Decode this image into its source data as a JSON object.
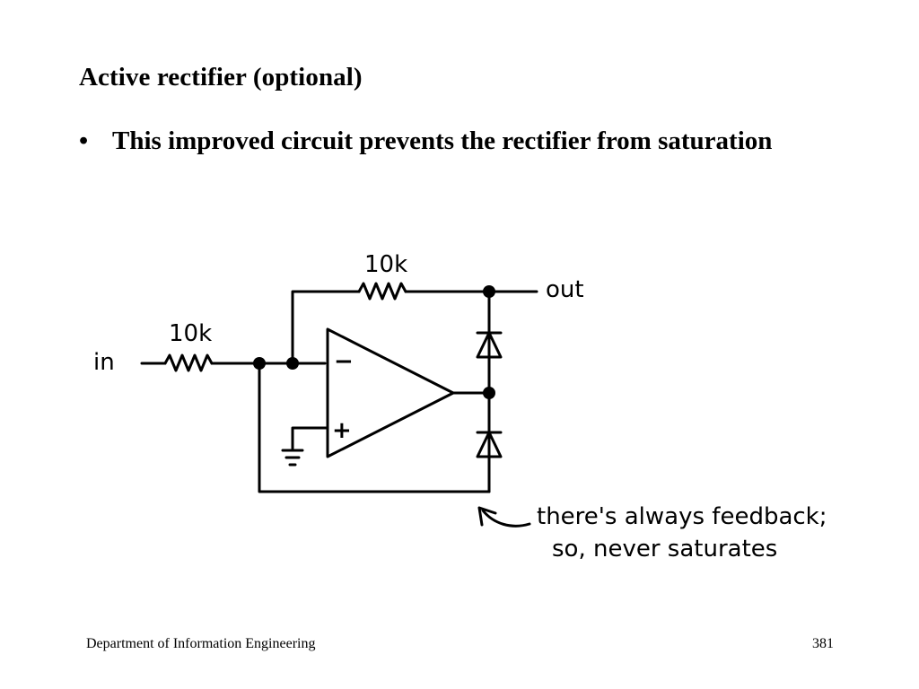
{
  "slide": {
    "title": "Active rectifier (optional)",
    "bullet_symbol": "•",
    "bullet_text": "This improved circuit prevents the rectifier from saturation"
  },
  "diagram": {
    "input_label": "in",
    "output_label": "out",
    "input_resistor_label": "10k",
    "feedback_resistor_label": "10k",
    "inverting_symbol": "−",
    "noninverting_symbol": "+",
    "annotation_line1": "there's always feedback;",
    "annotation_line2": "so, never saturates"
  },
  "footer": {
    "department": "Department of Information Engineering",
    "page_number": "381"
  }
}
